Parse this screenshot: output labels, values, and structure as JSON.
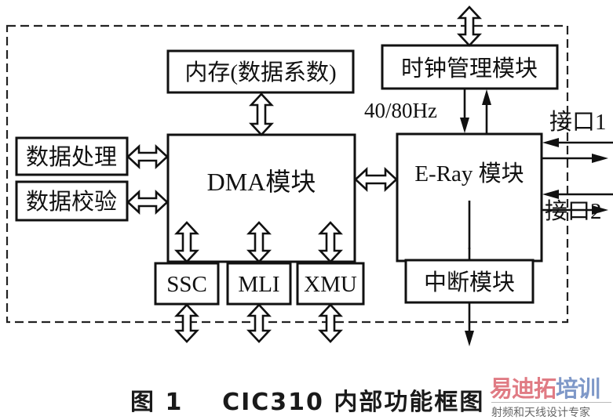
{
  "figure": {
    "caption_number": "图 1",
    "caption_title": "CIC310 内部功能框图"
  },
  "blocks": {
    "memory": "内存(数据系数)",
    "clock": "时钟管理模块",
    "dma": "DMA模块",
    "eray": "E-Ray 模块",
    "data_processing": "数据处理",
    "data_check": "数据校验",
    "ssc": "SSC",
    "mli": "MLI",
    "xmu": "XMU",
    "interrupt": "中断模块"
  },
  "labels": {
    "clock_freq": "40/80Hz",
    "interface1": "接口1",
    "interface2": "接口2"
  },
  "connections": [
    {
      "from": "external",
      "to": "clock",
      "type": "bidirectional-bus"
    },
    {
      "from": "memory",
      "to": "dma",
      "type": "bidirectional-bus"
    },
    {
      "from": "data_processing",
      "to": "dma",
      "type": "bidirectional-bus"
    },
    {
      "from": "data_check",
      "to": "dma",
      "type": "bidirectional-bus"
    },
    {
      "from": "dma",
      "to": "eray",
      "type": "bidirectional-bus"
    },
    {
      "from": "dma",
      "to": "ssc",
      "type": "bidirectional-bus"
    },
    {
      "from": "dma",
      "to": "mli",
      "type": "bidirectional-bus"
    },
    {
      "from": "dma",
      "to": "xmu",
      "type": "bidirectional-bus"
    },
    {
      "from": "ssc",
      "to": "external",
      "type": "bidirectional-bus"
    },
    {
      "from": "mli",
      "to": "external",
      "type": "bidirectional-bus"
    },
    {
      "from": "xmu",
      "to": "external",
      "type": "bidirectional-bus"
    },
    {
      "from": "clock",
      "to": "eray",
      "type": "arrow",
      "label": "40/80Hz"
    },
    {
      "from": "eray",
      "to": "clock",
      "type": "arrow"
    },
    {
      "from": "interface1",
      "to": "eray",
      "type": "arrow"
    },
    {
      "from": "eray",
      "to": "interface1",
      "type": "arrow"
    },
    {
      "from": "interface2",
      "to": "eray",
      "type": "arrow"
    },
    {
      "from": "eray",
      "to": "interface2",
      "type": "arrow"
    },
    {
      "from": "eray",
      "to": "interrupt",
      "type": "arrow"
    },
    {
      "from": "interrupt",
      "to": "external",
      "type": "arrow"
    }
  ],
  "watermark": {
    "brand_part1": "易迪拓",
    "brand_part2": "培训",
    "tagline": "射频和天线设计专家",
    "color1": "#e07b84",
    "color2": "#7e98c8"
  }
}
